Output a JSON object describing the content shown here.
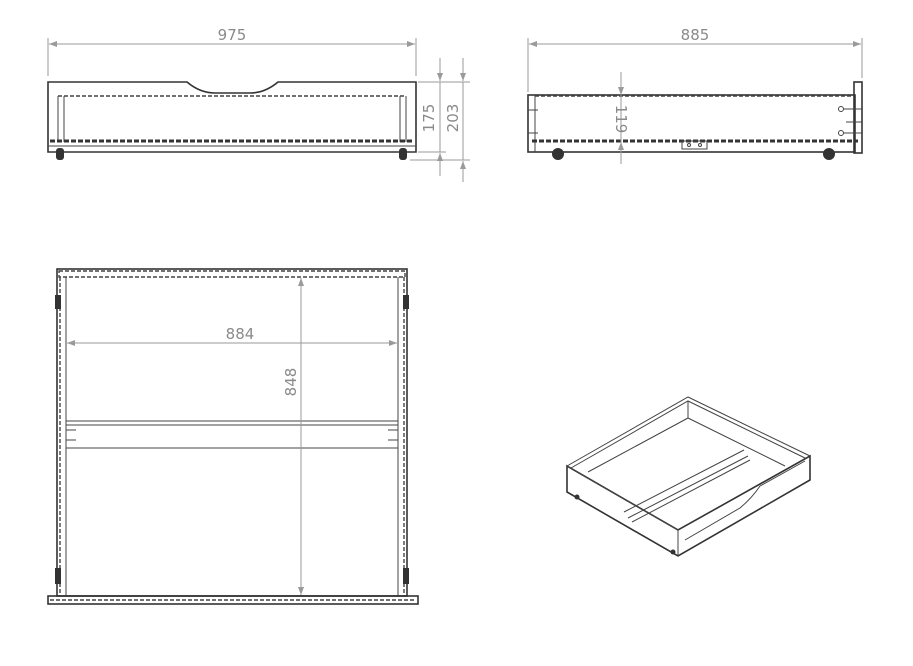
{
  "dimensions": {
    "front_width": "975",
    "front_height_body": "175",
    "front_height_total": "203",
    "side_depth": "885",
    "side_inner_height": "119",
    "top_inner_width": "884",
    "top_inner_depth": "848"
  },
  "colors": {
    "line": "#333333",
    "dimension": "#8a8a8a"
  }
}
